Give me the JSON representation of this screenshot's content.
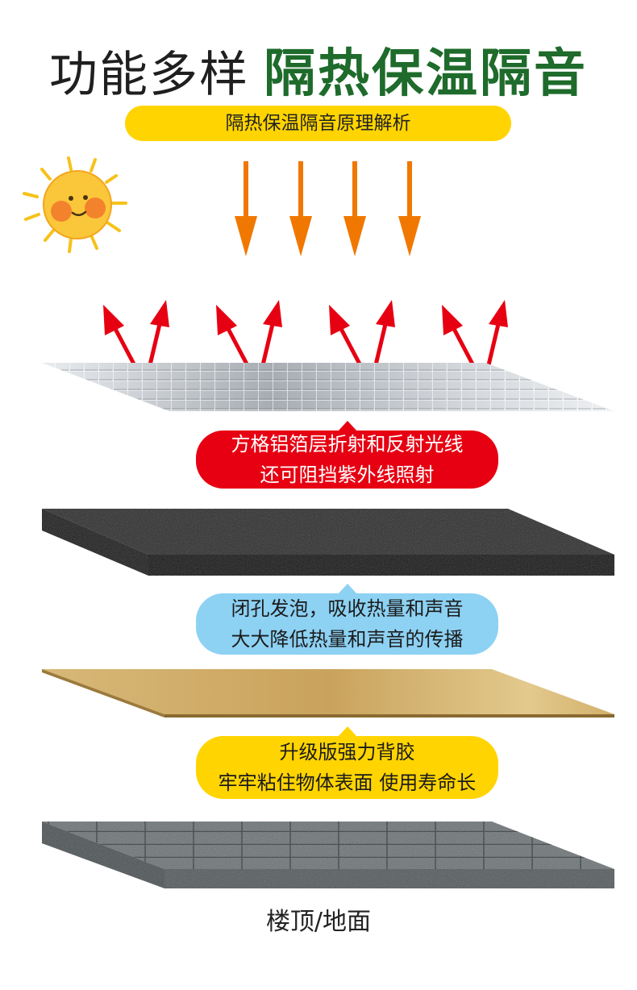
{
  "title": {
    "light": "功能多样",
    "bold": "隔热保温隔音"
  },
  "subtitle": "隔热保温隔音原理解析",
  "layers": [
    {
      "name": "aluminum-foil",
      "tip": [
        "方格铝箔层折射和反射光线",
        "还可阻挡紫外线照射"
      ],
      "tip_color": "#e60012",
      "tip_text_color": "#ffffff"
    },
    {
      "name": "foam",
      "tip": [
        "闭孔发泡，吸收热量和声音",
        "大大降低热量和声音的传播"
      ],
      "tip_color": "#8dd1f3",
      "tip_text_color": "#1b1b1b"
    },
    {
      "name": "adhesive",
      "tip": [
        "升级版强力背胶",
        "牢牢粘住物体表面 使用寿命长"
      ],
      "tip_color": "#ffd400",
      "tip_text_color": "#1b1b1b"
    }
  ],
  "base_label": "楼顶/地面",
  "icons": {
    "sun": "sun-icon",
    "down_arrow": "orange-down-arrow-icon",
    "reflect_arrow": "red-up-arrow-icon"
  },
  "colors": {
    "title_green": "#1e6b2b",
    "sun_arrow": "#f07800",
    "reflect_arrow": "#e60012"
  }
}
